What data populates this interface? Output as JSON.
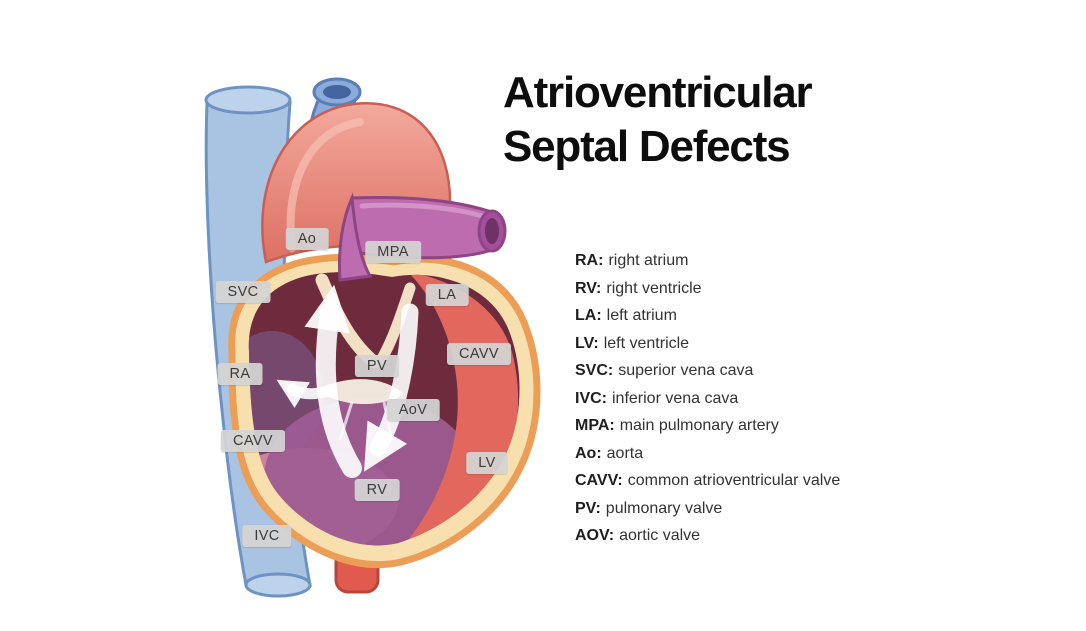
{
  "title": {
    "line1": "Atrioventricular",
    "line2": "Septal Defects"
  },
  "diagram": {
    "labels": [
      {
        "text": "Ao"
      },
      {
        "text": "MPA"
      },
      {
        "text": "SVC"
      },
      {
        "text": "LA"
      },
      {
        "text": "CAVV"
      },
      {
        "text": "PV"
      },
      {
        "text": "RA"
      },
      {
        "text": "AoV"
      },
      {
        "text": "CAVV"
      },
      {
        "text": "LV"
      },
      {
        "text": "RV"
      },
      {
        "text": "IVC"
      }
    ]
  },
  "legend": {
    "items": [
      {
        "abbr": "RA:",
        "desc": "right atrium"
      },
      {
        "abbr": "RV:",
        "desc": "right ventricle"
      },
      {
        "abbr": "LA:",
        "desc": "left atrium"
      },
      {
        "abbr": "LV:",
        "desc": "left ventricle"
      },
      {
        "abbr": "SVC:",
        "desc": "superior vena cava"
      },
      {
        "abbr": "IVC:",
        "desc": "inferior vena cava"
      },
      {
        "abbr": "MPA:",
        "desc": "main pulmonary artery"
      },
      {
        "abbr": "Ao:",
        "desc": "aorta"
      },
      {
        "abbr": "CAVV:",
        "desc": "common atrioventricular valve"
      },
      {
        "abbr": "PV:",
        "desc": "pulmonary valve"
      },
      {
        "abbr": "AOV:",
        "desc": "aortic valve"
      }
    ]
  },
  "colors": {
    "background": "#ffffff",
    "vena_cava_blue": "#a9c4e3",
    "aorta_red": "#e8897c",
    "mpa_purple": "#bd6cb0",
    "heart_outline_orange": "#ec9e57",
    "heart_interior_maroon": "#6f2b3e",
    "lv_salmon": "#e2675c",
    "mixing_purple": "#9e5c94",
    "label_chip_gray": "#d4d4d4"
  }
}
